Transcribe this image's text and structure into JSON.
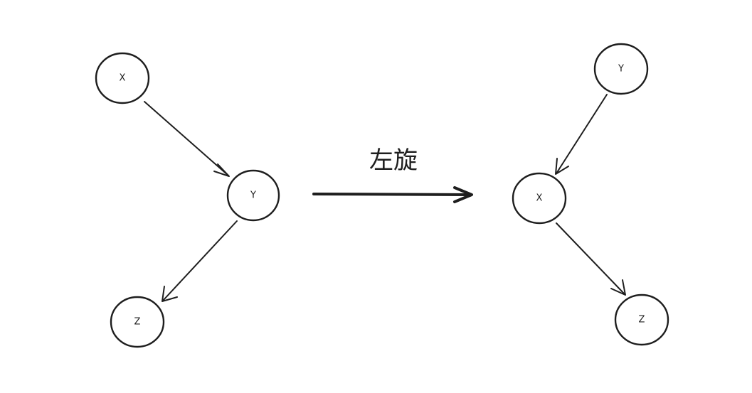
{
  "operation": {
    "label": "左旋"
  },
  "before": {
    "nodes": [
      {
        "id": "x",
        "label": "X"
      },
      {
        "id": "y",
        "label": "Y"
      },
      {
        "id": "z",
        "label": "Z"
      }
    ],
    "edges": [
      {
        "from": "x",
        "to": "y"
      },
      {
        "from": "y",
        "to": "z"
      }
    ]
  },
  "after": {
    "nodes": [
      {
        "id": "y",
        "label": "Y"
      },
      {
        "id": "x",
        "label": "X"
      },
      {
        "id": "z",
        "label": "Z"
      }
    ],
    "edges": [
      {
        "from": "y",
        "to": "x"
      },
      {
        "from": "x",
        "to": "z"
      }
    ]
  },
  "colors": {
    "stroke": "#1e1e1e",
    "background": "#ffffff"
  }
}
